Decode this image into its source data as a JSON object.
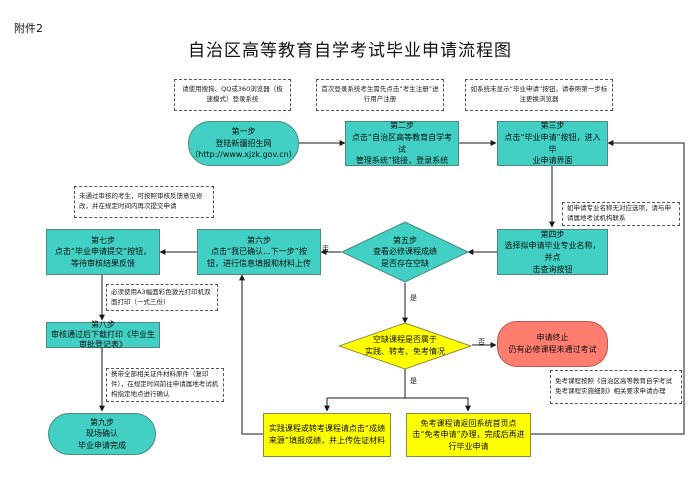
{
  "header": {
    "attachment": "附件2",
    "title": "自治区高等教育自学考试毕业申请流程图"
  },
  "notes": {
    "browser": "请使用搜狗、QQ或360浏览器（极速模式）登录系统",
    "first_login": "首次登录系统考生需先点击“考生注册”进行用户注册",
    "not_shown": "如系统未显示“毕业申请”按钮，请参照第一步标注更换浏览器",
    "unapproved": "未通过审核的考生，可按照审核反馈意见修改，并在规定时间内再次提交申请",
    "no_option": "如申请专业名称无对应选项，请与申请属地考试机构联系",
    "print": "必须使用A3幅面彩色激光打印机双面打印（一式三份）",
    "bring_docs": "携带全部相关证件材料原件（复印件），在规定时间前往申请属地考试机构指定地点进行确认",
    "exemption": "免考课程按照《自治区高等教育自学考试免考课程实施细则》相关要求申请办理"
  },
  "steps": {
    "s1": {
      "title": "第一步",
      "line1": "登陆新疆招生网",
      "line2": "（http://www.xjzk.gov.cn）"
    },
    "s2": {
      "title": "第二步",
      "line1": "点击“自治区高等教育自学考试",
      "line2": "管理系统”链接，登录系统"
    },
    "s3": {
      "title": "第三步",
      "line1": "点击“毕业申请”按钮，进入毕",
      "line2": "业申请界面"
    },
    "s4": {
      "title": "第四步",
      "line1": "选择拟申请毕业专业名称，并点",
      "line2": "击查询按钮"
    },
    "s5": {
      "title": "第五步",
      "line1": "查看必修课程成绩",
      "line2": "是否存在空缺"
    },
    "s6": {
      "title": "第六步",
      "line1": "点击“我已确认...下一步”按",
      "line2": "钮，进行信息填报和材料上传"
    },
    "s7": {
      "title": "第七步",
      "line1": "点击“毕业申请提交”按钮，",
      "line2": "等待审核结果反馈"
    },
    "s8": {
      "title": "第八步",
      "line1": "审核通过后下载打印《毕业生",
      "line2": "审批登记表》"
    },
    "s9": {
      "title": "第九步",
      "line1": "现场确认",
      "line2": "毕业申请完成"
    }
  },
  "decision": {
    "line1": "空缺课程是否属于",
    "line2": "实践、转考、免考情况"
  },
  "terminate": {
    "line1": "申请终止",
    "line2": "仍有必修课程未通过考试"
  },
  "branches": {
    "practice": "实践课程或转考课程请点击“成绩来源”填报成绩，并上传佐证材料",
    "exempt": "免考课程请返回系统首页点击“免考申请”办理，完成后再进行毕业申请"
  },
  "labels": {
    "yes1": "是",
    "no1": "否",
    "yes2": "是",
    "no2": "否"
  },
  "colors": {
    "teal": "#41d0c3",
    "yellow": "#ffff00",
    "red": "#ff7d6e",
    "arrow": "#1a1a1a"
  }
}
